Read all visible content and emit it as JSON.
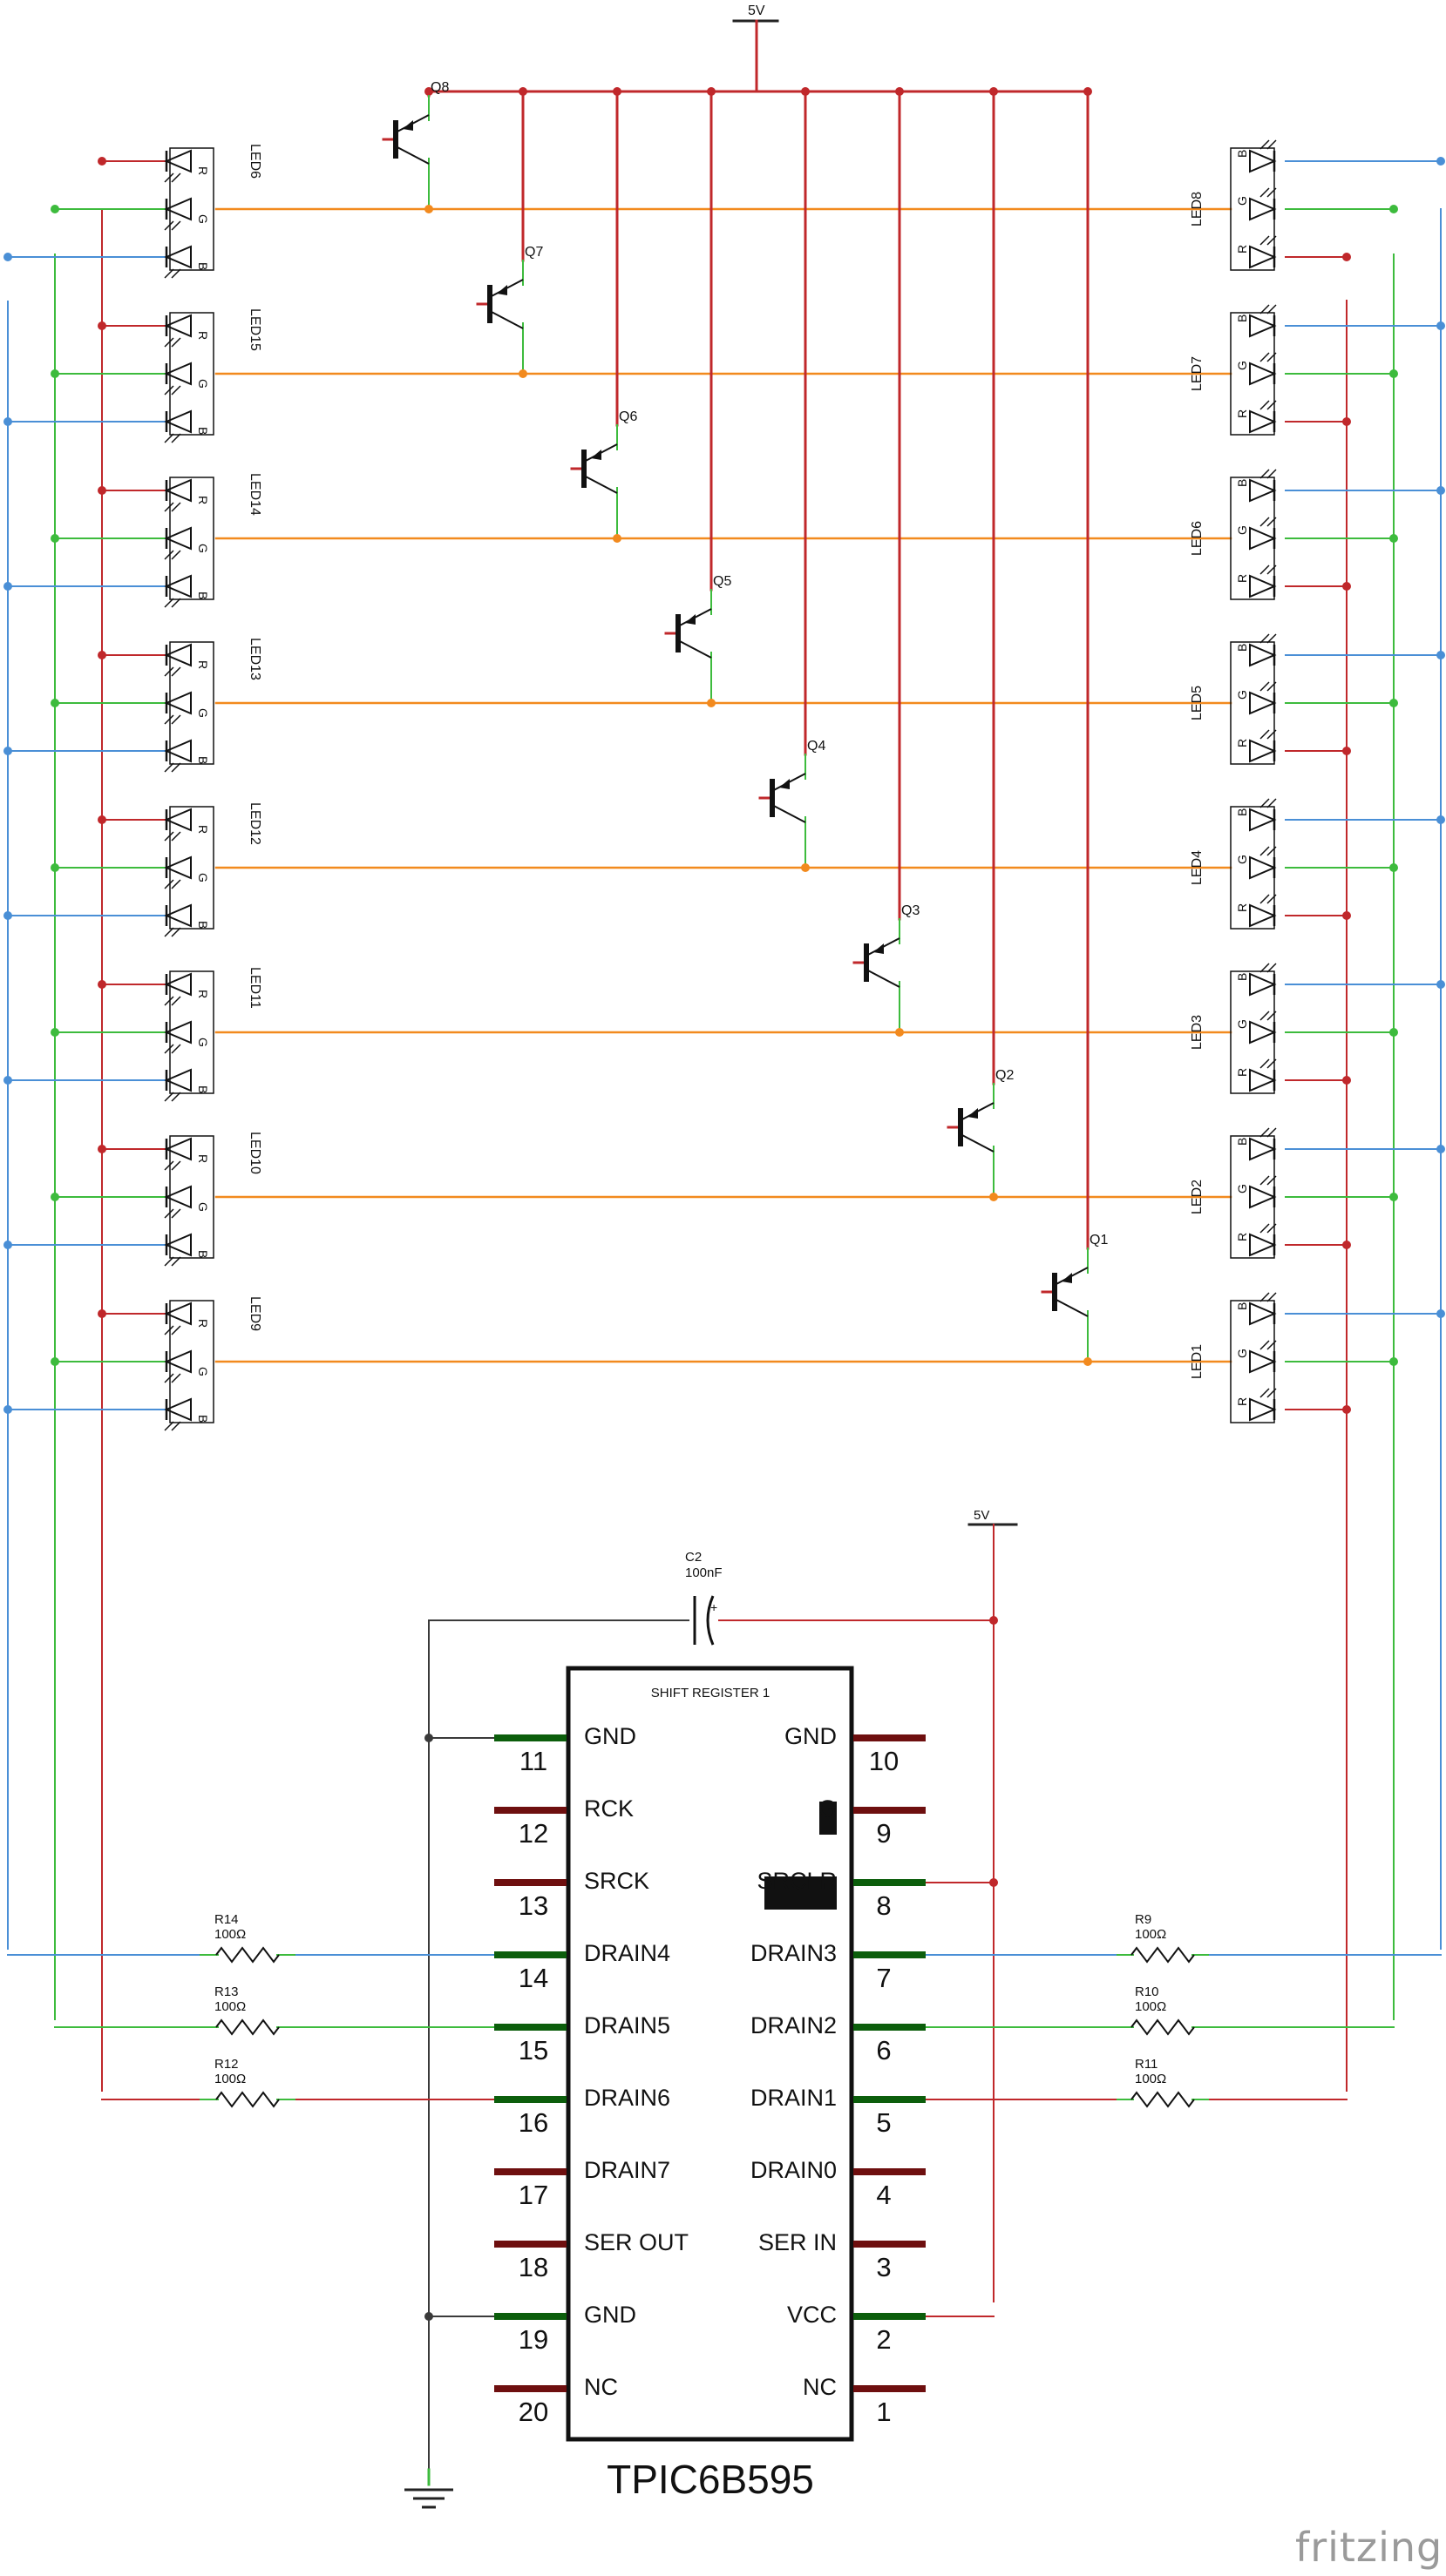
{
  "supply": {
    "top_label": "5V",
    "right_label": "5V"
  },
  "colors": {
    "wire_red": "#c0282b",
    "wire_green": "#3dbb3d",
    "wire_blue": "#4a8fd6",
    "wire_orange": "#f28a1e",
    "wire_dark": "#3a3a3a",
    "pin_green": "#0c5e0c",
    "pin_red": "#6e0f0f",
    "watermark": "#9a9a9a"
  },
  "transistors": [
    "Q8",
    "Q7",
    "Q6",
    "Q5",
    "Q4",
    "Q3",
    "Q2",
    "Q1"
  ],
  "left_leds": [
    "LED6",
    "LED15",
    "LED14",
    "LED13",
    "LED12",
    "LED11",
    "LED10",
    "LED9"
  ],
  "right_leds": [
    "LED8",
    "LED7",
    "LED6",
    "LED5",
    "LED4",
    "LED3",
    "LED2",
    "LED1"
  ],
  "left_led_pins": [
    "R",
    "G",
    "B"
  ],
  "right_led_pins": [
    "B",
    "G",
    "R"
  ],
  "capacitor": {
    "name": "C2",
    "value": "100nF",
    "polarity": "+"
  },
  "ic": {
    "title": "SHIFT REGISTER 1",
    "part": "TPIC6B595",
    "left_pins": [
      {
        "num": "11",
        "label": "GND"
      },
      {
        "num": "12",
        "label": "RCK"
      },
      {
        "num": "13",
        "label": "SRCK"
      },
      {
        "num": "14",
        "label": "DRAIN4"
      },
      {
        "num": "15",
        "label": "DRAIN5"
      },
      {
        "num": "16",
        "label": "DRAIN6"
      },
      {
        "num": "17",
        "label": "DRAIN7"
      },
      {
        "num": "18",
        "label": "SER OUT"
      },
      {
        "num": "19",
        "label": "GND"
      },
      {
        "num": "20",
        "label": "NC"
      }
    ],
    "right_pins": [
      {
        "num": "10",
        "label": "GND"
      },
      {
        "num": "9",
        "label": "G"
      },
      {
        "num": "8",
        "label": "SRCLR"
      },
      {
        "num": "7",
        "label": "DRAIN3"
      },
      {
        "num": "6",
        "label": "DRAIN2"
      },
      {
        "num": "5",
        "label": "DRAIN1"
      },
      {
        "num": "4",
        "label": "DRAIN0"
      },
      {
        "num": "3",
        "label": "SER IN"
      },
      {
        "num": "2",
        "label": "VCC"
      },
      {
        "num": "1",
        "label": "NC"
      }
    ]
  },
  "resistors_left": [
    {
      "name": "R14",
      "value": "100Ω"
    },
    {
      "name": "R13",
      "value": "100Ω"
    },
    {
      "name": "R12",
      "value": "100Ω"
    }
  ],
  "resistors_right": [
    {
      "name": "R9",
      "value": "100Ω"
    },
    {
      "name": "R10",
      "value": "100Ω"
    },
    {
      "name": "R11",
      "value": "100Ω"
    }
  ],
  "watermark": "fritzing"
}
